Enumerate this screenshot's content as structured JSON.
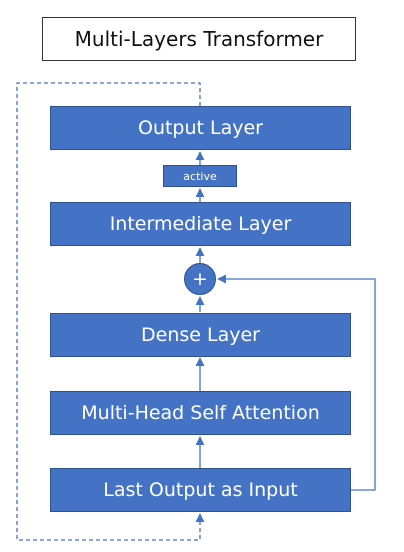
{
  "title": "Multi-Layers Transformer",
  "blocks": {
    "output_layer": "Output Layer",
    "active": "active",
    "intermediate_layer": "Intermediate Layer",
    "add_symbol": "+",
    "dense_layer": "Dense Layer",
    "multi_head_self_attention": "Multi-Head Self Attention",
    "last_output_as_input": "Last Output as Input"
  },
  "colors": {
    "block_fill": "#4472C4",
    "block_border": "#2F528F",
    "arrow": "#4472C4",
    "text_on_block": "#ffffff"
  }
}
